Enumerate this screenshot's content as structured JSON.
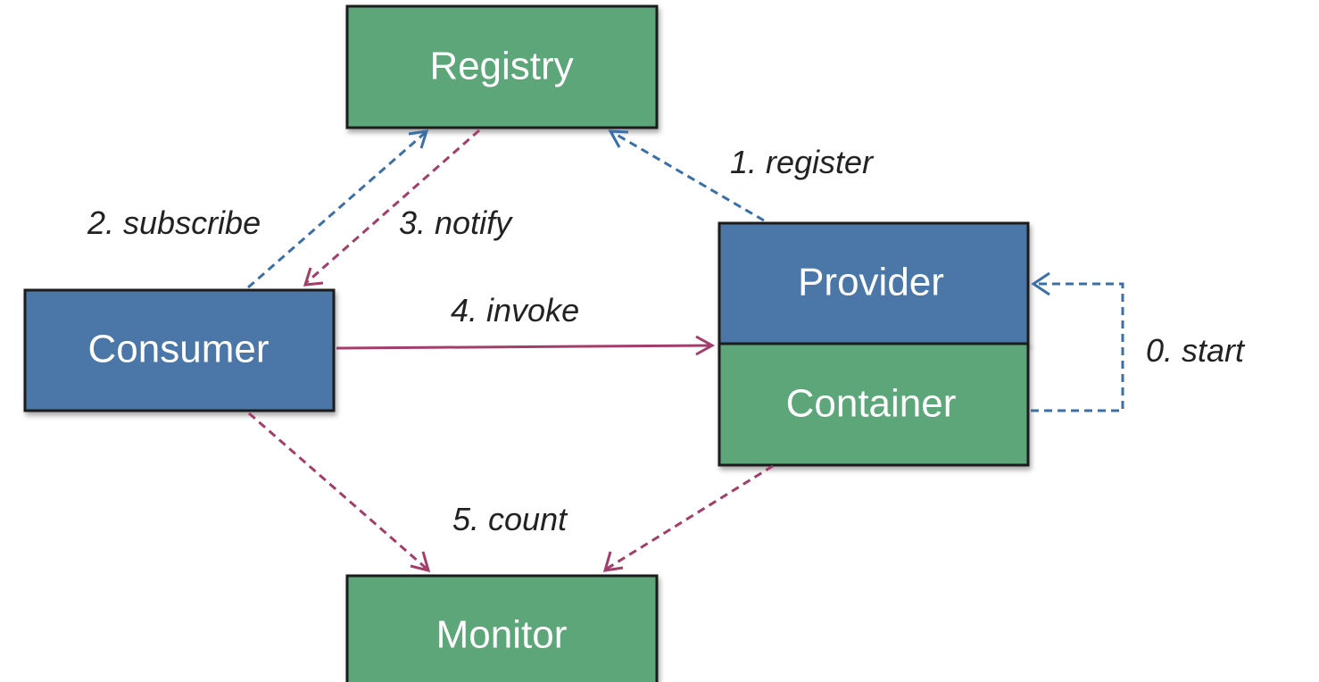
{
  "colors": {
    "green_fill": "#5DA67A",
    "blue_fill": "#4B77A8",
    "box_border": "#1f1f1f",
    "blue_line": "#3B6FA8",
    "magenta_line": "#A33D6A"
  },
  "nodes": {
    "registry": "Registry",
    "consumer": "Consumer",
    "provider": "Provider",
    "container": "Container",
    "monitor": "Monitor"
  },
  "edges": {
    "start": "0. start",
    "register": "1. register",
    "subscribe": "2. subscribe",
    "notify": "3. notify",
    "invoke": "4. invoke",
    "count": "5. count"
  }
}
